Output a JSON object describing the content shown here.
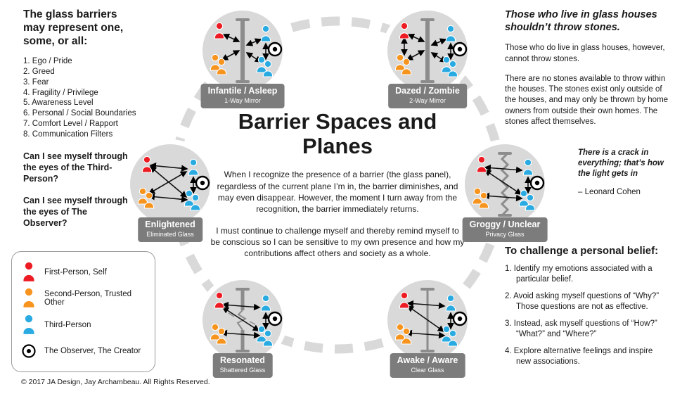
{
  "center": {
    "title": "Barrier Spaces and Planes",
    "para1": "When I recognize the presence of a barrier (the glass panel), regardless of the current plane I’m in, the barrier diminishes, and may even disappear. However, the moment I turn away from the recognition, the barrier immediately returns.",
    "para2": "I must continue to challenge myself and thereby remind myself to be conscious so I can be sensitive to my own presence and how my contributions affect others and society as a whole."
  },
  "left": {
    "heading": "The glass barriers may represent one, some, or all:",
    "list": [
      "Ego / Pride",
      "Greed",
      "Fear",
      "Fragility / Privilege",
      "Awareness Level",
      "Personal / Social Boundaries",
      "Comfort Level / Rapport",
      "Communication Filters"
    ],
    "question1": "Can I see myself through the eyes of the Third-Person?",
    "question2": "Can I see myself through the eyes of The Observer?",
    "copyright": "© 2017 JA Design, Jay Archambeau. All Rights Reserved."
  },
  "legend": {
    "items": [
      {
        "type": "person",
        "color": "#ed1c24",
        "label": "First-Person, Self"
      },
      {
        "type": "person",
        "color": "#f7941e",
        "label": "Second-Person, Trusted Other"
      },
      {
        "type": "person",
        "color": "#29abe2",
        "label": "Third-Person"
      },
      {
        "type": "observer",
        "color": "#000000",
        "label": "The Observer, The Creator"
      }
    ]
  },
  "right": {
    "heading_italic": "Those who live in glass houses shouldn’t throw stones.",
    "para1": "Those who do live in glass houses, however, cannot throw stones.",
    "para2": "There are no stones available to throw within the houses. The stones exist only outside of the houses, and may only be thrown by home owners from outside their own homes. The stones affect themselves.",
    "quote": "There is a crack in everything; that’s how the light gets in",
    "quote_attribution": "– Leonard Cohen",
    "challenge_heading": "To challenge a personal belief:",
    "challenge_list": [
      "Identify my emotions associated with a particular belief.",
      "Avoid asking myself questions of “Why?” Those questions are not as effective.",
      "Instead, ask myself questions of “How?” “What?” and “Where?”",
      "Explore alternative feelings and inspire new associations."
    ]
  },
  "nodes": [
    {
      "label": "Infantile / Asleep",
      "sublabel": "1-Way Mirror",
      "barrier": "one-way"
    },
    {
      "label": "Dazed / Zombie",
      "sublabel": "2-Way Mirror",
      "barrier": "two-way"
    },
    {
      "label": "Enlightened",
      "sublabel": "Eliminated Glass",
      "barrier": "none"
    },
    {
      "label": "Groggy / Unclear",
      "sublabel": "Privacy Glass",
      "barrier": "zigzag"
    },
    {
      "label": "Resonated",
      "sublabel": "Shattered Glass",
      "barrier": "shattered"
    },
    {
      "label": "Awake / Aware",
      "sublabel": "Clear Glass",
      "barrier": "clear"
    }
  ],
  "colors": {
    "first_person": "#ed1c24",
    "second_person": "#f7941e",
    "third_person": "#29abe2",
    "observer": "#000000",
    "node_bg": "#d9d9d9",
    "label_bg": "#7c7c7c",
    "ring": "#d9d9d9",
    "barrier": "#8c8c8c"
  }
}
